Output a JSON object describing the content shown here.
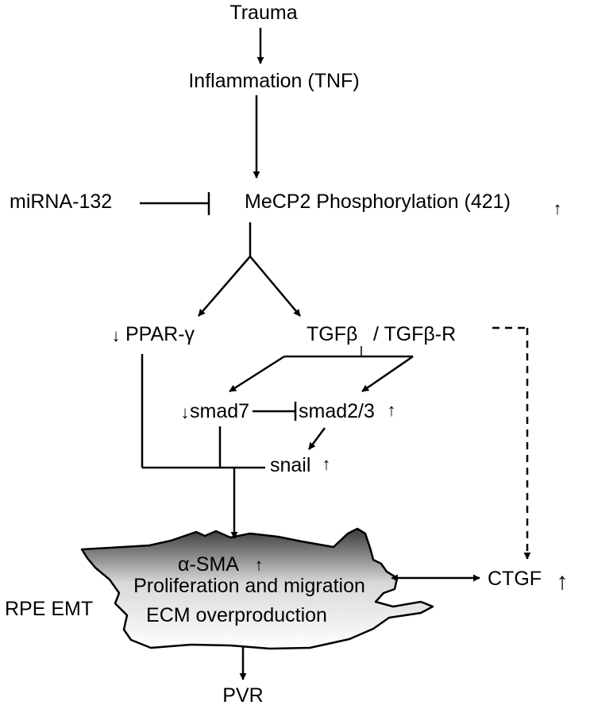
{
  "nodes": {
    "trauma": "Trauma",
    "inflammation": "Inflammation (TNF)",
    "mirna": "miRNA-132",
    "mecp2": "MeCP2 Phosphorylation (421)",
    "ppar": "PPAR-γ",
    "tgfb": "TGFβ",
    "tgfbr": "/ TGFβ-R",
    "smad7": "smad7",
    "smad23": "smad2/3",
    "snail": "snail",
    "asma": "α-SMA",
    "prolif": "Proliferation and migration",
    "ecm": "ECM overproduction",
    "rpe": "RPE EMT",
    "ctgf": "CTGF",
    "pvr": "PVR"
  },
  "indicators": {
    "up": "↑",
    "down": "↓"
  }
}
